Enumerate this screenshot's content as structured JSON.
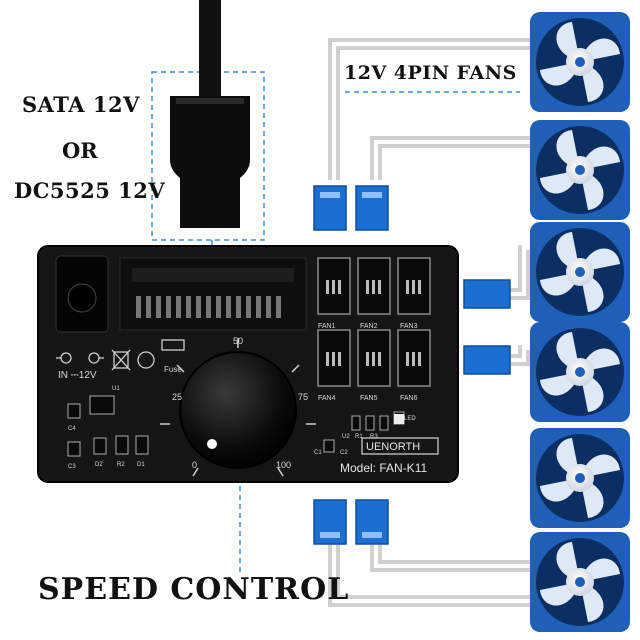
{
  "labels": {
    "sata": "SATA 12V",
    "or": "OR",
    "dc": "DC5525 12V",
    "fans": "12V 4PIN FANS",
    "speed": "SPEED CONTROL"
  },
  "board": {
    "in_label": "IN ⎓12V",
    "fuse_label": "Fuse",
    "brand": "UENORTH",
    "model": "Model: FAN-K11",
    "led_label": "LED",
    "fan_headers": [
      "FAN1",
      "FAN2",
      "FAN3",
      "FAN4",
      "FAN5",
      "FAN6"
    ],
    "dial_marks": [
      "0",
      "25",
      "50",
      "75",
      "100"
    ],
    "components": [
      "U1",
      "C4",
      "C3",
      "D2",
      "R2",
      "D1",
      "C1",
      "U2",
      "R1",
      "R3",
      "C2"
    ]
  },
  "colors": {
    "board": "#151515",
    "connector_blue": "#1a6fd0",
    "fan_blue": "#1f5fb8",
    "wire": "#c9c9c9",
    "dashed_guide": "#3b8ed8"
  },
  "fan_count": 6
}
